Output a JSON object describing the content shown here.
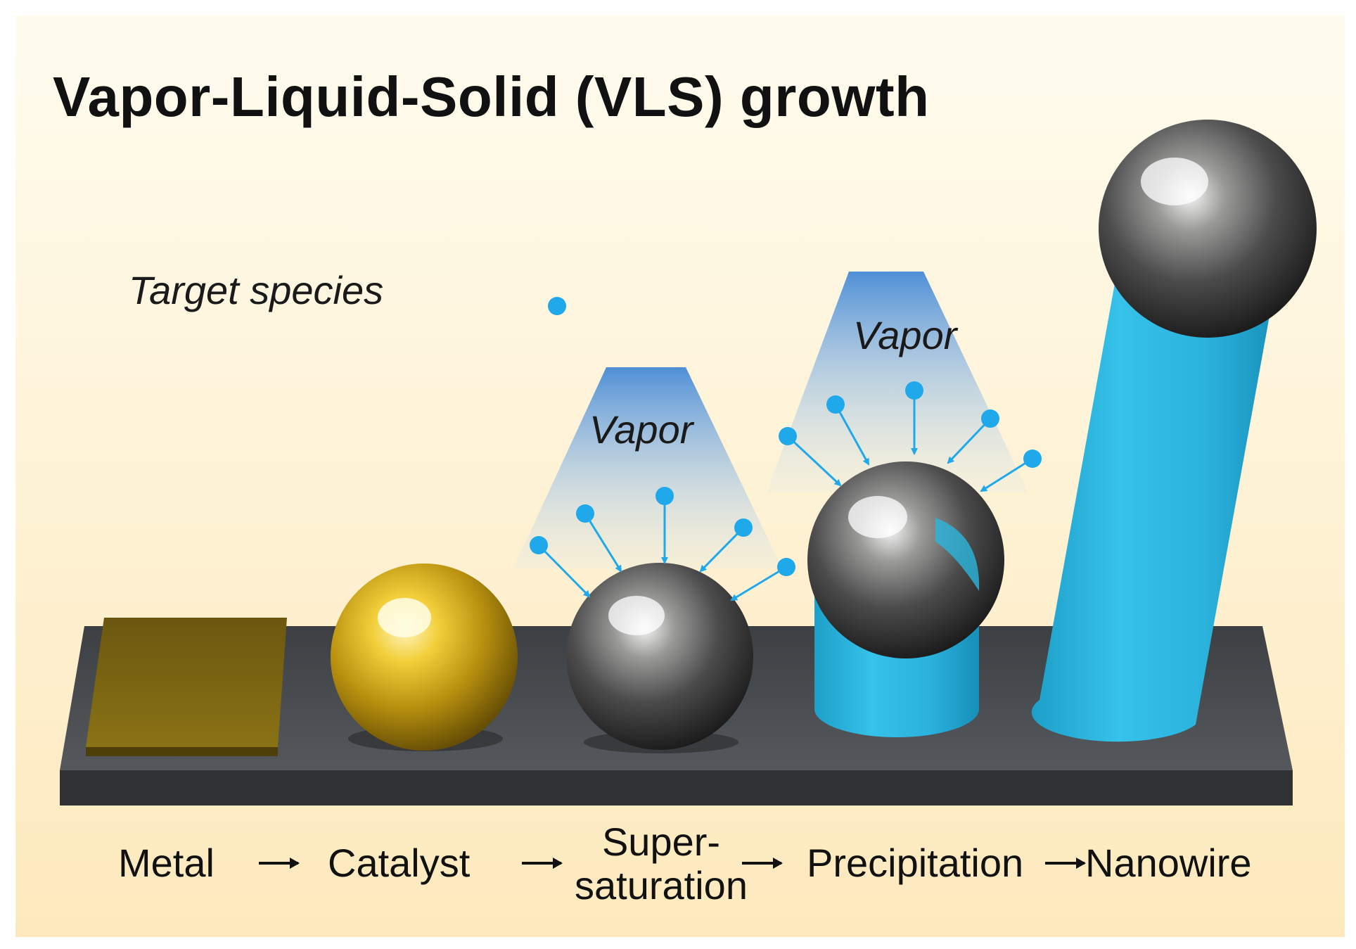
{
  "title": "Vapor-Liquid-Solid (VLS) growth",
  "legend": {
    "label": "Target species"
  },
  "vapor_label": "Vapor",
  "steps": {
    "metal": "Metal",
    "catalyst": "Catalyst",
    "supersaturation_line1": "Super-",
    "supersaturation_line2": "saturation",
    "precipitation": "Precipitation",
    "nanowire": "Nanowire"
  },
  "colors": {
    "background_top": "#fffbea",
    "background_bottom": "#fdecc4",
    "substrate": "#4a4e52",
    "metal_film": "#7a6412",
    "gold_catalyst": "#d9b21c",
    "alloy_sphere": "#4e4e50",
    "nanowire": "#2bb6dc",
    "vapor_species": "#1fa8ea",
    "vapor_cone_top": "#4f8fd6"
  }
}
